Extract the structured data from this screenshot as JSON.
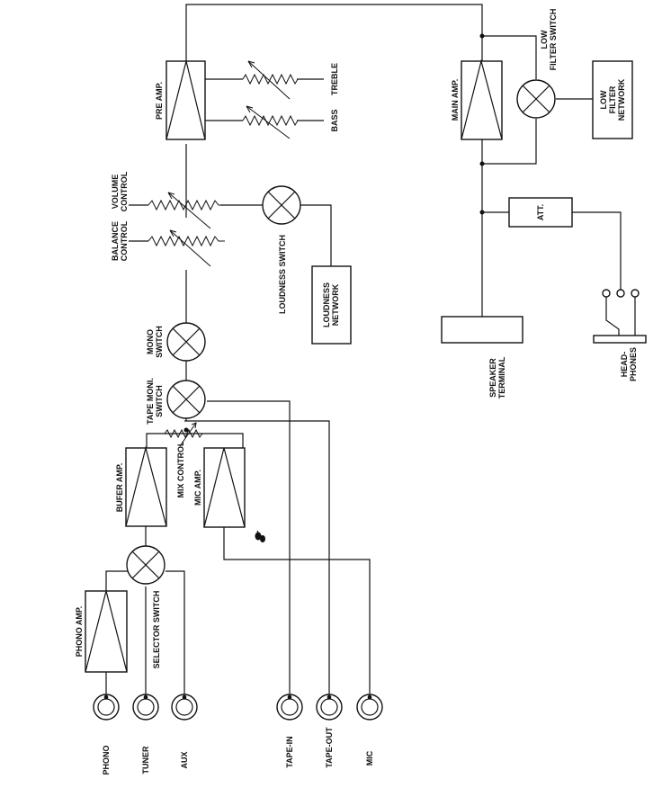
{
  "labels": {
    "phono": "PHONO",
    "tuner": "TUNER",
    "aux": "AUX",
    "tape_in": "TAPE-IN",
    "tape_out": "TAPE-OUT",
    "mic": "MIC",
    "phono_amp": "PHONO AMP.",
    "selector_switch": "SELECTOR SWITCH",
    "bufer_amp": "BUFER AMP.",
    "mix_control": "MIX CONTROL",
    "mic_amp": "MIC AMP.",
    "tape_moni_switch_1": "TAPE MONI.",
    "tape_moni_switch_2": "SWITCH",
    "mono_switch_1": "MONO",
    "mono_switch_2": "SWITCH",
    "balance_control_1": "BALANCE",
    "balance_control_2": "CONTROL",
    "volume_control_1": "VOLUME",
    "volume_control_2": "CONTROL",
    "loudness_switch": "LOUDNESS SWITCH",
    "loudness_network_1": "LOUDNESS",
    "loudness_network_2": "NETWORK",
    "pre_amp": "PRE AMP.",
    "treble": "TREBLE",
    "bass": "BASS",
    "main_amp": "MAIN AMP.",
    "low_filter_switch_1": "LOW",
    "low_filter_switch_2": "FILTER SWITCH",
    "low_filter_network_1": "LOW",
    "low_filter_network_2": "FILTER",
    "low_filter_network_3": "NETWORK",
    "att": "ATT.",
    "speaker_terminal_1": "SPEAKER",
    "speaker_terminal_2": "TERMINAL",
    "headphones_1": "HEAD-",
    "headphones_2": "PHONES"
  }
}
